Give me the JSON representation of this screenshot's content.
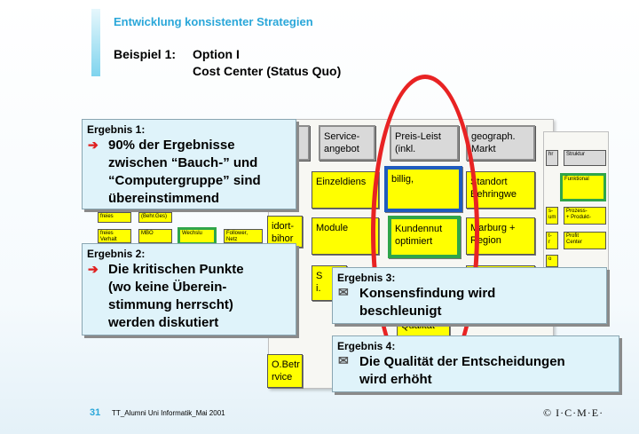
{
  "header": {
    "kicker": "Entwicklung konsistenter Strategien",
    "example_label": "Beispiel 1:",
    "example_line1": "Option I",
    "example_line2": "Cost Center (Status Quo)"
  },
  "matrix": {
    "headers": [
      "Service-\nangebot",
      "Preis-Leist\n(inkl.",
      "geograph.\nMarkt"
    ],
    "row1": [
      "Einzeldiens",
      "billig,",
      "Standort\nBehringwe"
    ],
    "row2": [
      "Module",
      "Kundennut\noptimiert",
      "Marburg +\nRegion"
    ],
    "row3": [
      "S\ni."
    ],
    "partial_left": [
      "idort-\nbihor",
      "O.Betr\nrvice"
    ],
    "partial_center": "Qualität",
    "small_left": [
      "freies",
      "(Behr.Ges)",
      "freies\nVerhalt",
      "MBO",
      "Wechslu",
      "Follower,\nNetz"
    ],
    "side_header": "Struktur",
    "side_items": [
      "Funktional",
      "Prozess-\n+ Produkt-",
      "Profit\nCenter"
    ],
    "side_partial": [
      "hr",
      "s-\num",
      "t-\nr",
      "o"
    ]
  },
  "results": [
    {
      "title": "Ergebnis 1:",
      "bullet": "arrow",
      "body": "90% der Ergebnisse\nzwischen “Bauch-” und\n“Computergruppe” sind\nübereinstimmend"
    },
    {
      "title": "Ergebnis 2:",
      "bullet": "arrow",
      "body": "Die kritischen Punkte\n(wo keine Überein-\nstimmung herrscht)\nwerden diskutiert"
    },
    {
      "title": "Ergebnis 3:",
      "bullet": "envelope",
      "body": "Konsensfindung wird\nbeschleunigt"
    },
    {
      "title": "Ergebnis 4:",
      "bullet": "envelope",
      "body": "Die Qualität der Entscheidungen\nwird erhöht"
    }
  ],
  "footer": {
    "page_number": "31",
    "text": "TT_Alumni Uni Informatik_Mai 2001",
    "logo": "© I·C·M·E·"
  },
  "colors": {
    "kicker": "#2aa7d9",
    "callout_bg": "#dff3fa",
    "cell_yellow": "#ffff00",
    "highlight_blue": "#1f5bbd",
    "highlight_green": "#2fa54a",
    "ellipse_red": "#e82323"
  },
  "icons": {
    "arrow": "right-arrow-icon",
    "envelope": "envelope-icon"
  }
}
